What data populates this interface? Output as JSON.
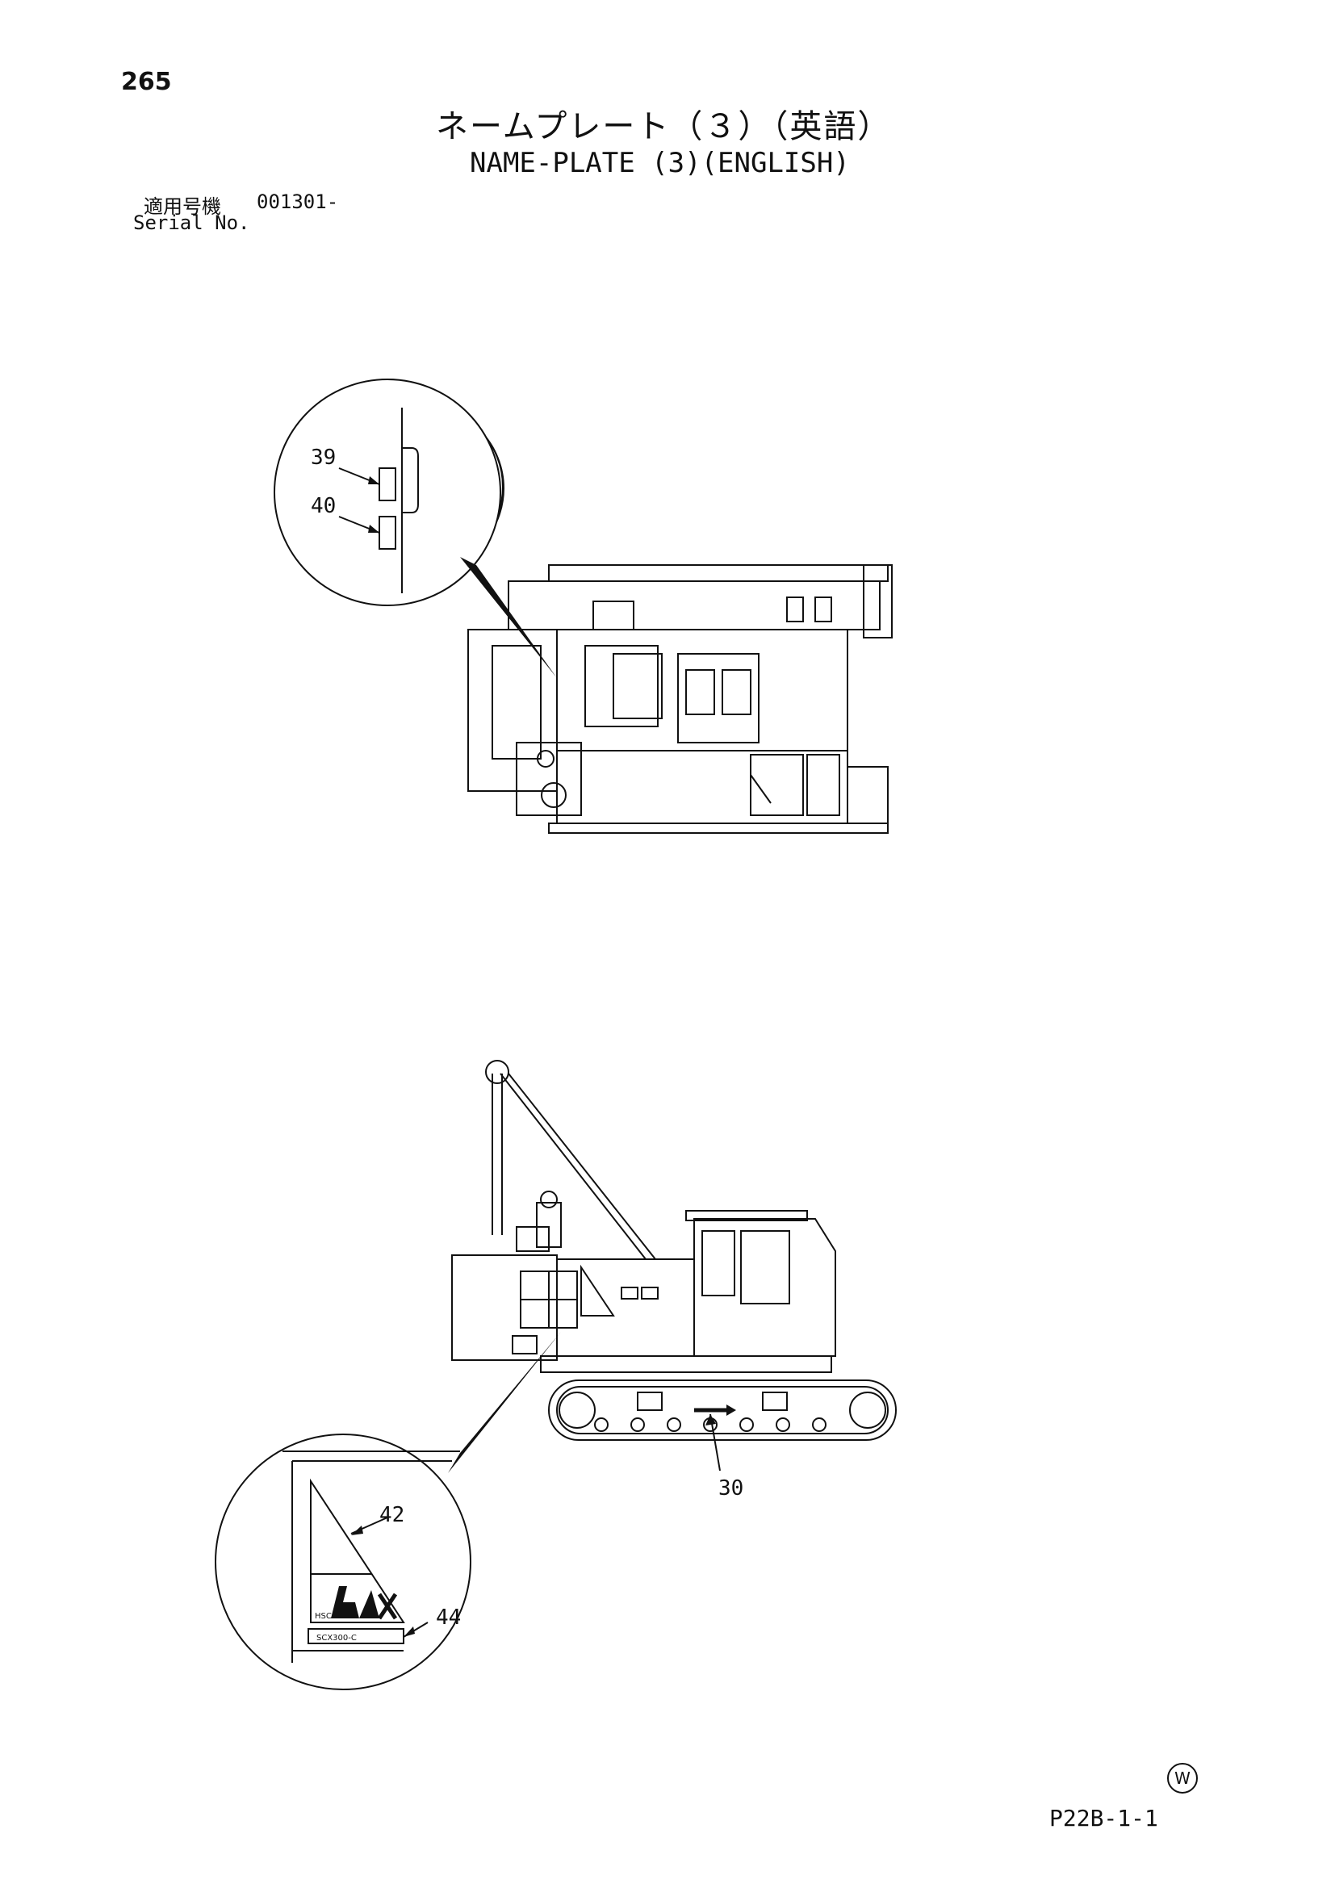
{
  "header": {
    "page_number": "265",
    "title_ja": "ネームプレート（３）（英語）",
    "title_en": "NAME-PLATE (3)(ENGLISH)",
    "serial_label_ja": "適用号機",
    "serial_range": "001301-",
    "serial_label_en": "Serial No."
  },
  "callouts": {
    "c39": "39",
    "c40": "40",
    "c30": "30",
    "c42": "42",
    "c44": "44"
  },
  "decal": {
    "logo_text": "HSC",
    "model_text": "SCX300-C"
  },
  "footer": {
    "watermark": "W",
    "page_code": "P22B-1-1"
  }
}
